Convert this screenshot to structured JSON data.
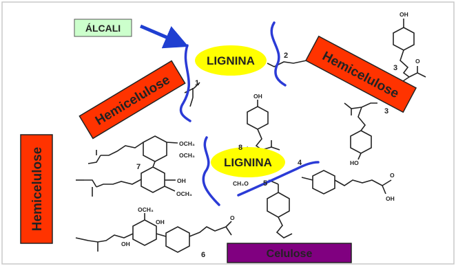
{
  "labels": {
    "alcali": "ÁLCALI",
    "lignina_top": "LIGNINA",
    "lignina_mid": "LIGNINA",
    "hemi_left": "Hemicelulose",
    "hemi_right": "Hemicelulose",
    "hemi_vertical": "Hemicelulose",
    "celulose": "Celulose"
  },
  "linkage_numbers": {
    "n1": "1",
    "n2": "2",
    "n3a": "3",
    "n3b": "3",
    "n4": "4",
    "n5": "5",
    "n6": "6",
    "n7": "7",
    "n8": "8"
  },
  "chem_text": {
    "oh_top": "OH",
    "oh_mid": "OH",
    "ho_right": "HO",
    "och3_top": "OCH₃",
    "och3_mid": "OCH₃",
    "oh_7": "OH",
    "och3_low": "OCH₃",
    "ch3o": "CH₃O",
    "oh_bot1": "OH",
    "oh_bot2": "OH",
    "och3_bot": "OCH₃",
    "oh_right": "OH",
    "o1": "O",
    "o2": "O",
    "o3": "O"
  },
  "colors": {
    "hemicellulose_fill": "#ff3300",
    "cellulose_fill": "#800080",
    "lignin_fill": "#ffff00",
    "alcali_fill": "#ccffcc",
    "arrow": "#1f3fd1",
    "cut_lines": "#2b3bd6",
    "structure": "#222222",
    "frame": "#c9c9c9"
  }
}
